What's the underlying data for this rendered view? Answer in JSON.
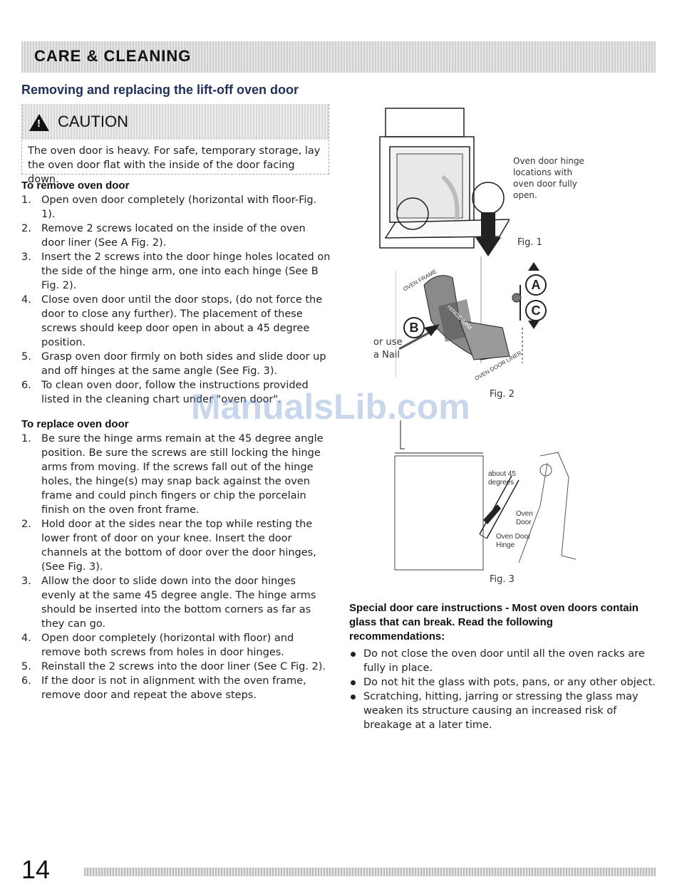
{
  "header": {
    "section_title": "CARE & CLEANING"
  },
  "page_title": "Removing and replacing the lift-off oven door",
  "caution": {
    "title": "CAUTION",
    "text": "The oven door is heavy. For safe, temporary storage, lay the oven door flat with the inside of the door facing down."
  },
  "remove": {
    "title": "To remove oven door",
    "steps": [
      {
        "num": "1.",
        "text": "Open oven door completely (horizontal with floor-Fig. 1)."
      },
      {
        "num": "2.",
        "text": "Remove 2 screws located on the inside of the oven door liner (See A Fig. 2)."
      },
      {
        "num": "3.",
        "text": "Insert the 2 screws into the door hinge holes located on the side of the hinge arm, one into each hinge (See B Fig. 2)."
      },
      {
        "num": "4.",
        "text": "Close oven door until the door stops, (do not force the door to close any further). The placement of these screws should keep door open in about a 45 degree position."
      },
      {
        "num": "5.",
        "text": "Grasp oven door firmly on both sides and slide door up and off hinges at the same angle (See Fig. 3)."
      },
      {
        "num": "6.",
        "text": "To clean oven door, follow the instructions provided listed in the cleaning chart under \"oven door\"."
      }
    ]
  },
  "replace": {
    "title": "To replace oven door",
    "steps": [
      {
        "num": "1.",
        "text": "Be sure the hinge arms remain at the 45 degree angle position. Be sure the screws are still locking the hinge arms from moving. If the screws fall out of the hinge holes, the hinge(s) may snap back against the oven frame and could pinch fingers or chip the porcelain finish on the oven front frame."
      },
      {
        "num": "2.",
        "text": "Hold door at the sides near the top while resting the lower front of door on your knee. Insert the door channels at the bottom of door over the door hinges, (See Fig. 3)."
      },
      {
        "num": "3.",
        "text": "Allow the door to slide down into the door hinges evenly at the same 45 degree angle. The hinge arms should be inserted into the bottom corners as far as they can go."
      },
      {
        "num": "4.",
        "text": "Open door completely (horizontal with floor) and remove both screws from holes in door hinges."
      },
      {
        "num": "5.",
        "text": "Reinstall the 2 screws into the door liner (See C Fig. 2)."
      },
      {
        "num": "6.",
        "text": "If the door is not in alignment with the oven frame, remove door and repeat the above steps."
      }
    ]
  },
  "special": {
    "title": "Special door care instructions - Most oven doors contain glass that can break. Read the following recommendations:",
    "bullets": [
      "Do not close the oven door until all the oven racks are fully in place.",
      "Do not hit the glass with pots, pans, or any other object.",
      "Scratching, hitting, jarring or stressing the glass may weaken its structure causing an increased risk of breakage at a later time."
    ]
  },
  "figures": {
    "fig1": {
      "note": "Oven door hinge locations with oven door fully open.",
      "label": "Fig. 1"
    },
    "fig2": {
      "label": "Fig. 2",
      "oven_frame": "OVEN FRAME",
      "hinge_arm": "HINGE ARM",
      "oven_door_liner": "OVEN DOOR LINER",
      "or_use_nail": "or use a Nail",
      "marker_a": "A",
      "marker_b": "B",
      "marker_c": "C"
    },
    "fig3": {
      "label": "Fig. 3",
      "about_45": "about 45 degrees",
      "oven_door": "Oven Door",
      "oven_door_hinge": "Oven Door Hinge"
    }
  },
  "watermark": "ManualsLib.com",
  "page_number": "14"
}
